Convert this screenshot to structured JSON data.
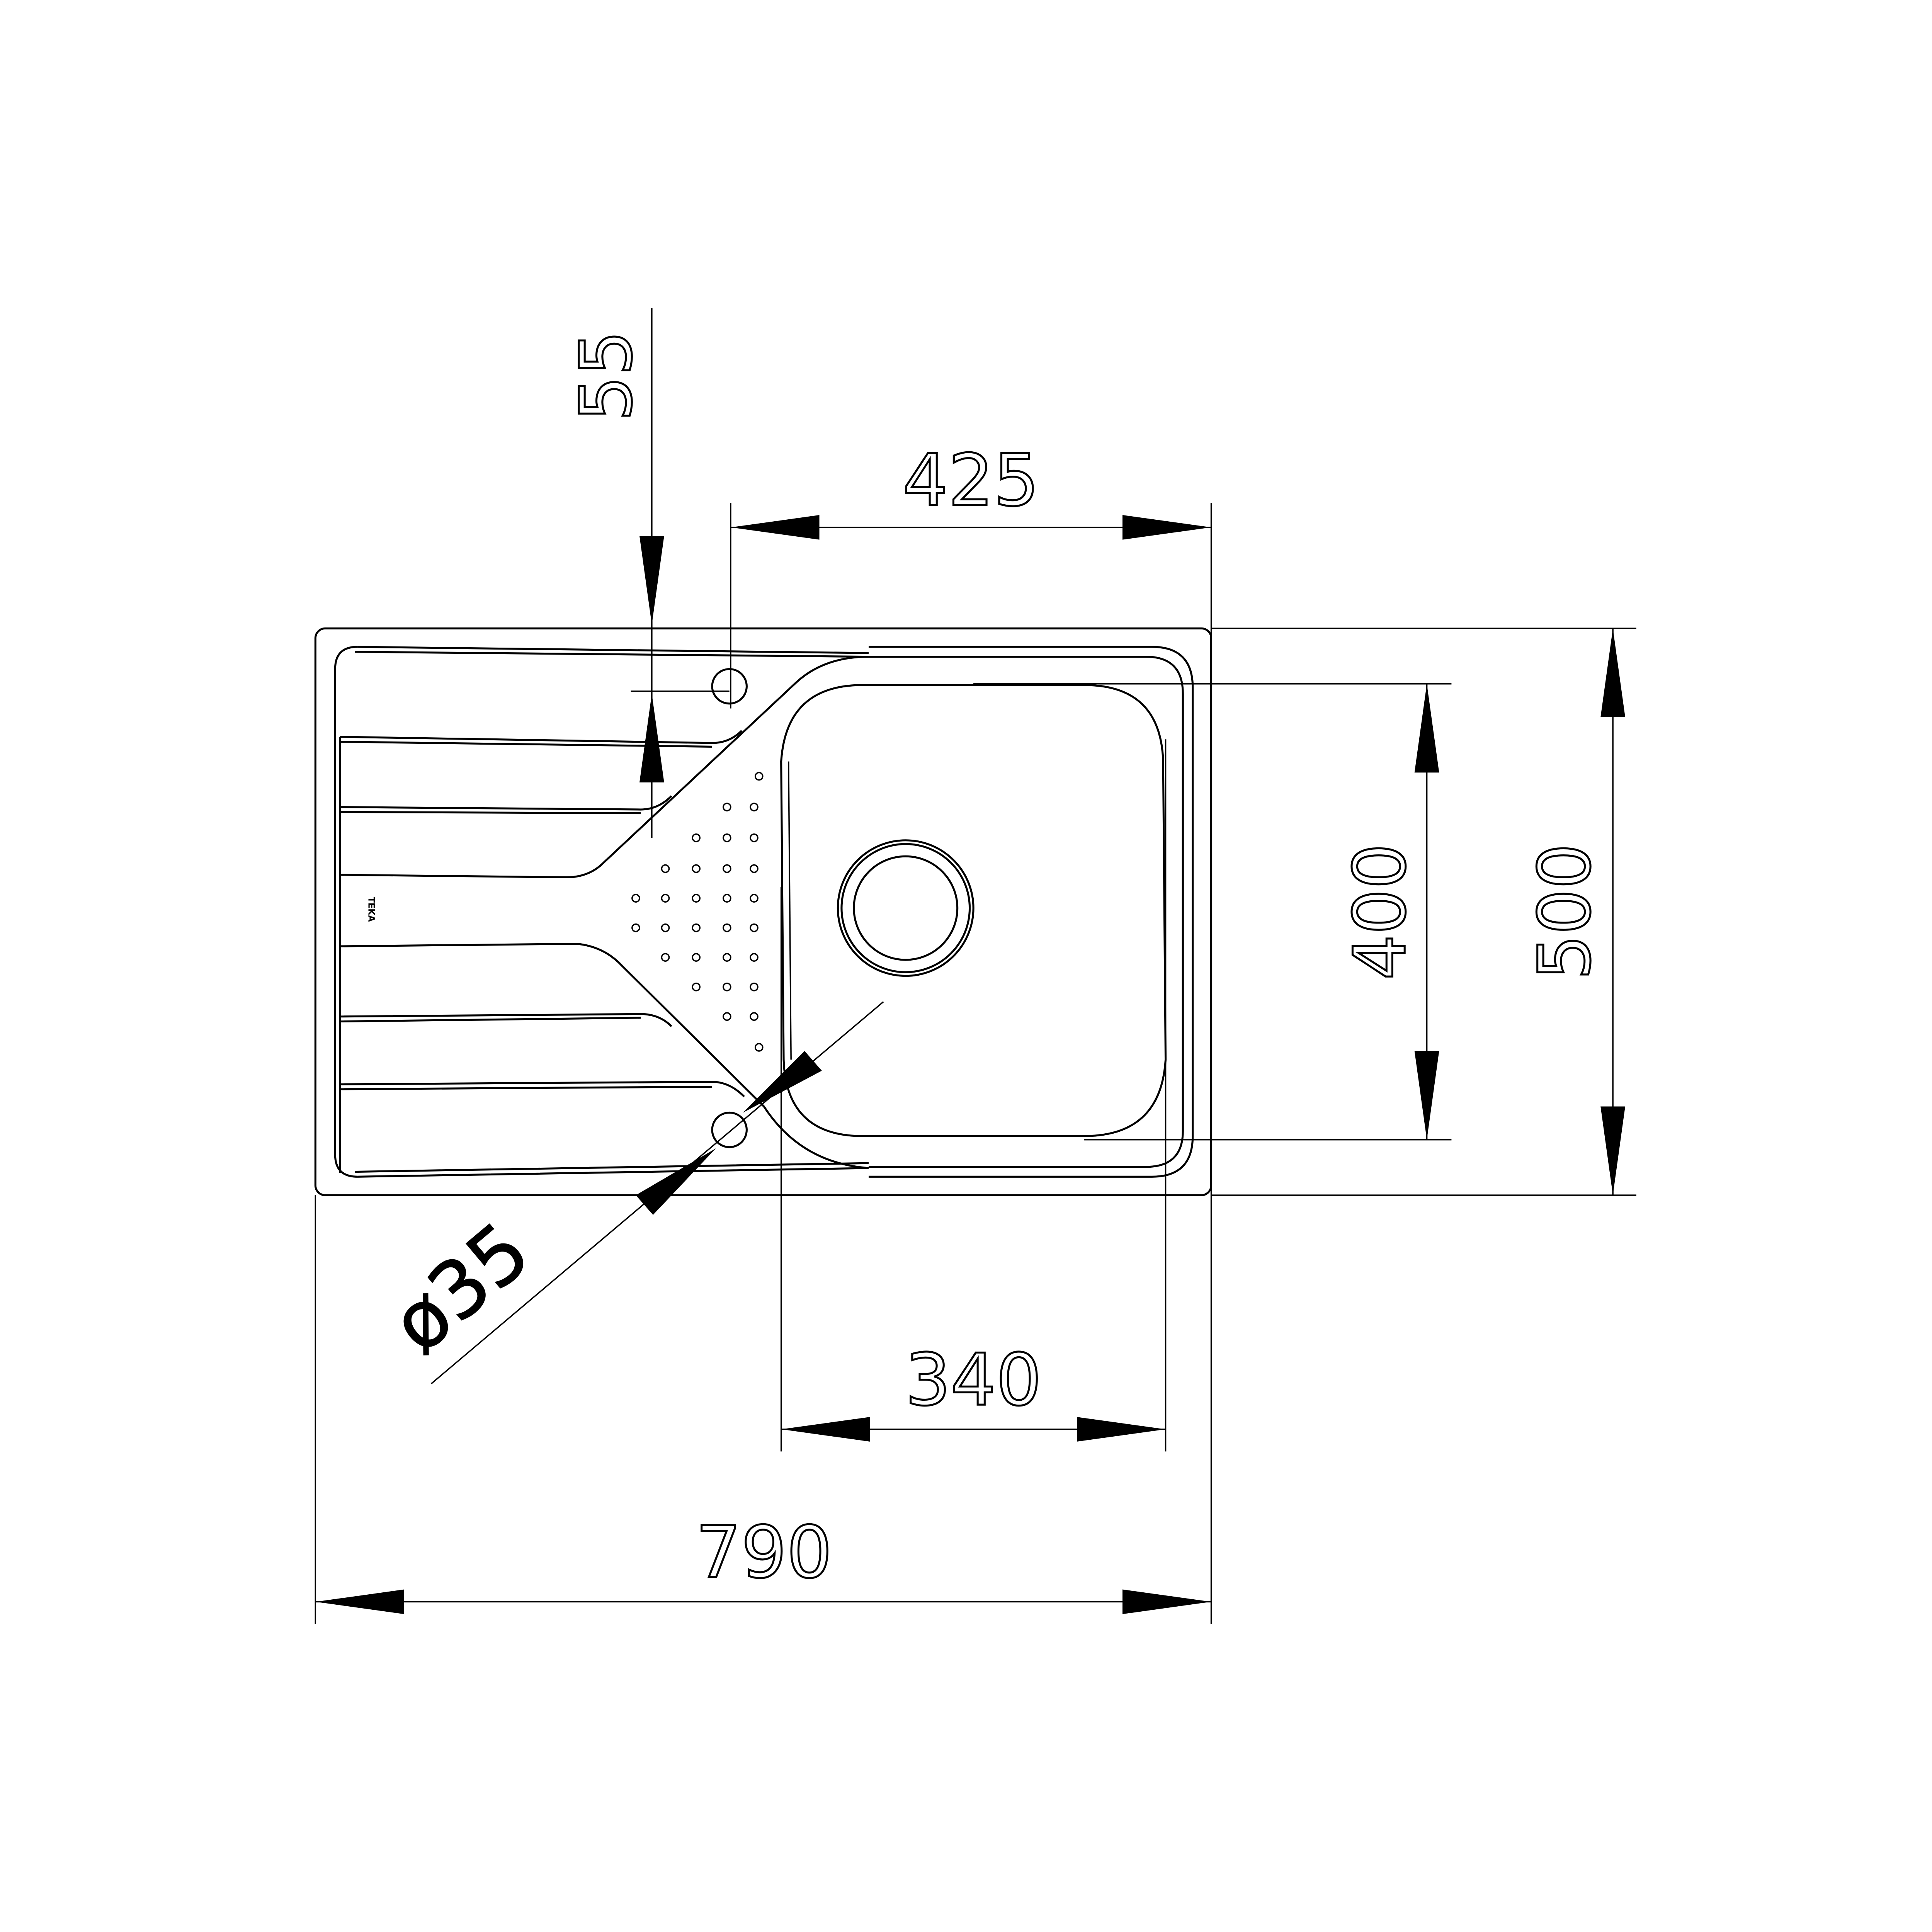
{
  "drawing": {
    "brand_logo": "TEKA",
    "dimensions": {
      "overall_width": "790",
      "overall_depth": "500",
      "bowl_width": "340",
      "bowl_depth": "400",
      "tap_hole_offset_x": "425",
      "tap_hole_offset_y": "55",
      "tap_hole_diameter": "ø35"
    },
    "colors": {
      "line": "#000000",
      "background": "#ffffff"
    }
  }
}
